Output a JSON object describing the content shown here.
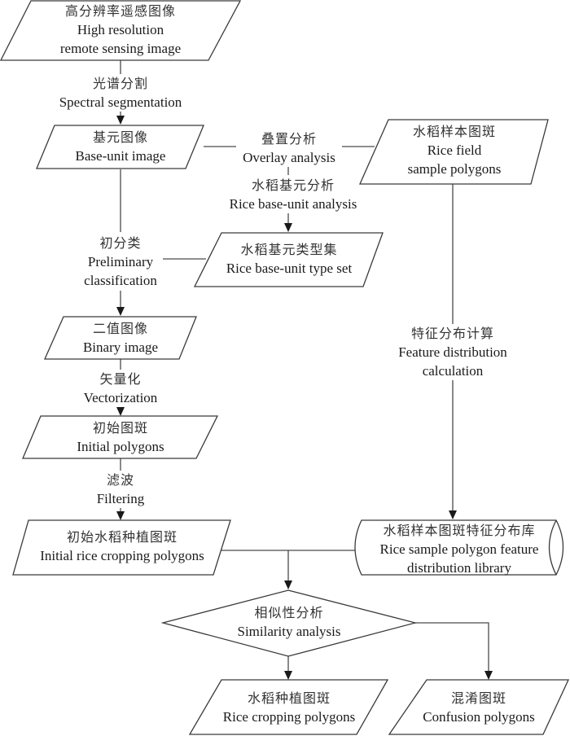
{
  "nodes": {
    "hr_image": {
      "zh": "高分辨率遥感图像",
      "en1": "High resolution",
      "en2": "remote sensing image"
    },
    "base_unit_image": {
      "zh": "基元图像",
      "en1": "Base-unit image"
    },
    "rice_samples": {
      "zh": "水稻样本图斑",
      "en1": "Rice field",
      "en2": "sample polygons"
    },
    "rice_type_set": {
      "zh": "水稻基元类型集",
      "en1": "Rice base-unit type set"
    },
    "binary_image": {
      "zh": "二值图像",
      "en1": "Binary image"
    },
    "initial_polygons": {
      "zh": "初始图斑",
      "en1": "Initial polygons"
    },
    "initial_rice_polygons": {
      "zh": "初始水稻种植图斑",
      "en1": "Initial rice cropping polygons"
    },
    "feature_library": {
      "zh": "水稻样本图斑特征分布库",
      "en1": "Rice sample polygon feature",
      "en2": "distribution library"
    },
    "similarity": {
      "zh": "相似性分析",
      "en1": "Similarity analysis"
    },
    "rice_polygons": {
      "zh": "水稻种植图斑",
      "en1": "Rice cropping polygons"
    },
    "confusion_polygons": {
      "zh": "混淆图斑",
      "en1": "Confusion polygons"
    }
  },
  "edges": {
    "spectral": {
      "zh": "光谱分割",
      "en1": "Spectral segmentation"
    },
    "overlay": {
      "zh": "叠置分析",
      "en1": "Overlay analysis"
    },
    "rice_base_analysis": {
      "zh": "水稻基元分析",
      "en1": "Rice base-unit analysis"
    },
    "preliminary": {
      "zh": "初分类",
      "en1": "Preliminary",
      "en2": "classification"
    },
    "vectorization": {
      "zh": "矢量化",
      "en1": "Vectorization"
    },
    "filtering": {
      "zh": "滤波",
      "en1": "Filtering"
    },
    "feature_calc": {
      "zh": "特征分布计算",
      "en1": "Feature distribution",
      "en2": "calculation"
    }
  }
}
